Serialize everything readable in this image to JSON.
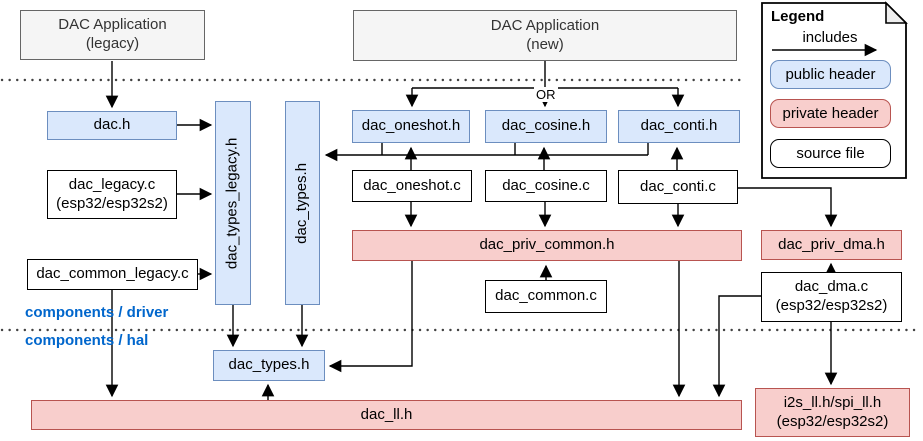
{
  "apps": {
    "legacy": {
      "label": "DAC Application",
      "sublabel": "(legacy)"
    },
    "new_app": {
      "label": "DAC Application",
      "sublabel": "(new)"
    }
  },
  "or_label": "OR",
  "layer_labels": {
    "driver": "components / driver",
    "hal": "components / hal"
  },
  "nodes": {
    "dac_h": {
      "label": "dac.h",
      "type": "public-header"
    },
    "dac_types_legacy_h": {
      "label": "dac_types_legacy.h",
      "type": "public-header"
    },
    "dac_types_h_driver": {
      "label": "dac_types.h",
      "type": "public-header"
    },
    "dac_oneshot_h": {
      "label": "dac_oneshot.h",
      "type": "public-header"
    },
    "dac_cosine_h": {
      "label": "dac_cosine.h",
      "type": "public-header"
    },
    "dac_conti_h": {
      "label": "dac_conti.h",
      "type": "public-header"
    },
    "dac_legacy_c": {
      "label": "dac_legacy.c",
      "sublabel": "(esp32/esp32s2)",
      "type": "source-file"
    },
    "dac_oneshot_c": {
      "label": "dac_oneshot.c",
      "type": "source-file"
    },
    "dac_cosine_c": {
      "label": "dac_cosine.c",
      "type": "source-file"
    },
    "dac_conti_c": {
      "label": "dac_conti.c",
      "type": "source-file"
    },
    "dac_common_legacy_c": {
      "label": "dac_common_legacy.c",
      "type": "source-file"
    },
    "dac_priv_common_h": {
      "label": "dac_priv_common.h",
      "type": "private-header"
    },
    "dac_priv_dma_h": {
      "label": "dac_priv_dma.h",
      "type": "private-header"
    },
    "dac_common_c": {
      "label": "dac_common.c",
      "type": "source-file"
    },
    "dac_dma_c": {
      "label": "dac_dma.c",
      "sublabel": "(esp32/esp32s2)",
      "type": "source-file"
    },
    "dac_types_h_hal": {
      "label": "dac_types.h",
      "type": "public-header"
    },
    "dac_ll_h": {
      "label": "dac_ll.h",
      "type": "private-header"
    },
    "i2s_spi_ll_h": {
      "label": "i2s_ll.h/spi_ll.h",
      "sublabel": "(esp32/esp32s2)",
      "type": "private-header"
    }
  },
  "legend": {
    "title": "Legend",
    "includes_label": "includes",
    "items": [
      {
        "label": "public header",
        "type": "public-header"
      },
      {
        "label": "private header",
        "type": "private-header"
      },
      {
        "label": "source file",
        "type": "source-file"
      }
    ]
  },
  "colors": {
    "public_header_fill": "#dae8fc",
    "public_header_border": "#6c8ebf",
    "private_header_fill": "#f8cecc",
    "private_header_border": "#b85450",
    "app_fill": "#f5f5f5",
    "app_border": "#666666",
    "source_fill": "#ffffff",
    "source_border": "#000000",
    "layer_label_text": "#0066cc",
    "connector": "#000000"
  }
}
